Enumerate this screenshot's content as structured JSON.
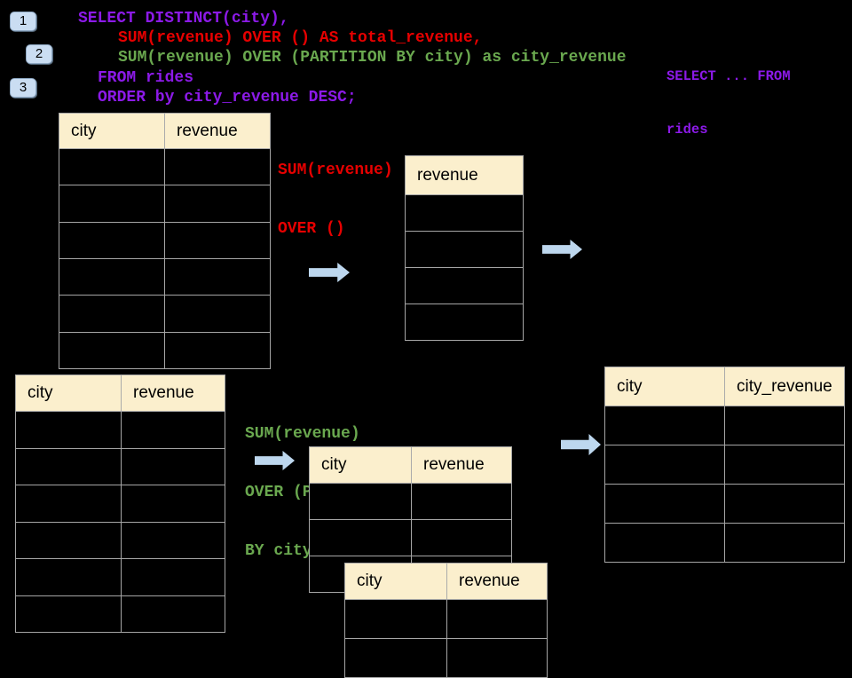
{
  "colors": {
    "background": "#000000",
    "code_purple": "#8C1AE8",
    "code_red": "#E60000",
    "code_green": "#6AA84F",
    "table_header_bg": "#FBEFCD",
    "table_border": "#A6A6A6",
    "arrow_blue": "#BDD7EE",
    "badge_bg": "#CADDF2"
  },
  "badges": [
    {
      "label": "1"
    },
    {
      "label": "2"
    },
    {
      "label": "3"
    }
  ],
  "sql_code": {
    "lines": [
      {
        "text": "SELECT DISTINCT(city),",
        "color": "purple"
      },
      {
        "text": "SUM(revenue) OVER () AS total_revenue,",
        "color": "red"
      },
      {
        "text": "SUM(revenue) OVER (PARTITION BY city) as city_revenue",
        "color": "green"
      },
      {
        "text": "FROM rides",
        "color": "purple"
      },
      {
        "text": "ORDER by city_revenue DESC;",
        "color": "purple"
      }
    ]
  },
  "side_note": {
    "line1": "SELECT ... FROM",
    "line2": "rides"
  },
  "annotations": {
    "total_revenue_note": {
      "line1": "SUM(revenue)",
      "line2": "OVER ()"
    },
    "partition_note": {
      "line1": "SUM(revenue)",
      "line2": "OVER (PARTITION",
      "line3": "BY city)"
    }
  },
  "tables": {
    "source_top": {
      "headers": [
        "city",
        "revenue"
      ],
      "empty_rows": 6
    },
    "total_result": {
      "headers": [
        "revenue"
      ],
      "empty_rows": 4
    },
    "source_bottom": {
      "headers": [
        "city",
        "revenue"
      ],
      "empty_rows": 6
    },
    "partition_a": {
      "headers": [
        "city",
        "revenue"
      ],
      "empty_rows": 3
    },
    "partition_b": {
      "headers": [
        "city",
        "revenue"
      ],
      "empty_rows": 2
    },
    "city_result": {
      "headers": [
        "city",
        "city_revenue"
      ],
      "empty_rows": 4
    }
  }
}
